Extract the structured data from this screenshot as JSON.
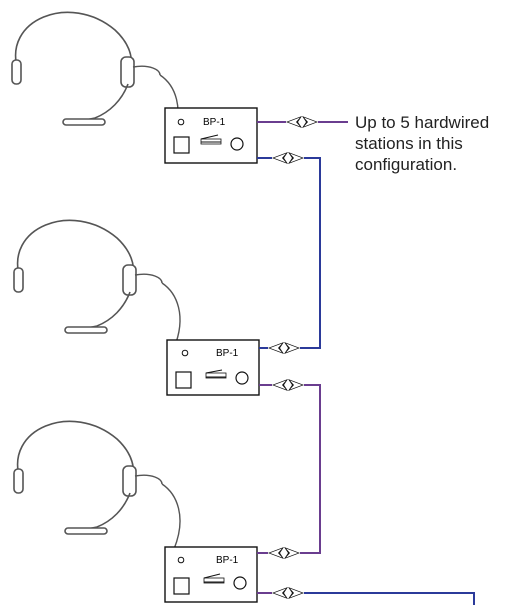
{
  "diagram": {
    "stations": [
      {
        "label": "BP-1"
      },
      {
        "label": "BP-1"
      },
      {
        "label": "BP-1"
      }
    ],
    "note_lines": [
      "Up to 5 hardwired",
      "stations in this",
      "configuration."
    ],
    "colors": {
      "cable_blue": "#2b3a9a",
      "cable_purple": "#6a3d8f",
      "outline": "#111111",
      "headset": "#555555"
    }
  }
}
